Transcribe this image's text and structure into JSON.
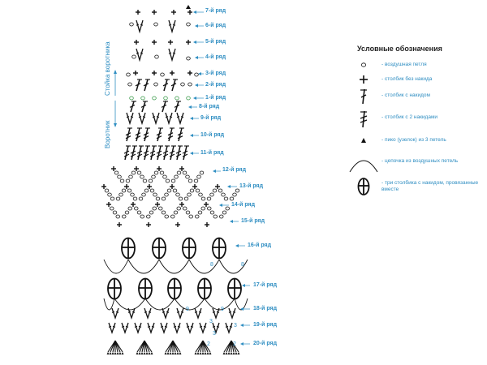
{
  "diagram": {
    "section_labels": {
      "collar_stand": "Стойка воротника",
      "collar": "Воротник"
    },
    "row_labels": [
      "7-й ряд",
      "6-й ряд",
      "5-й ряд",
      "4-й ряд",
      "3-й ряд",
      "2-й ряд",
      "1-й ряд",
      "8-й ряд",
      "9-й ряд",
      "10-й ряд",
      "11-й ряд",
      "12-й ряд",
      "13-й ряд",
      "14-й ряд",
      "15-й ряд",
      "16-й ряд",
      "17-й ряд",
      "18-й ряд",
      "19-й ряд",
      "20-й ряд"
    ],
    "annotations": [
      "8",
      "8",
      "9",
      "9",
      "3",
      "3",
      "3",
      "2",
      "2"
    ]
  },
  "legend": {
    "title": "Условные обозначения",
    "items": [
      {
        "icon": "chain-stitch-icon",
        "text": "- воздушная петля"
      },
      {
        "icon": "single-crochet-icon",
        "text": "- столбик без накида"
      },
      {
        "icon": "double-crochet-icon",
        "text": "- столбик с накидом"
      },
      {
        "icon": "treble-crochet-icon",
        "text": "- столбик с 2 накидами"
      },
      {
        "icon": "picot-icon",
        "text": "- пико (узелок) из 3 петель"
      },
      {
        "icon": "chain-arch-icon",
        "text": "- цепочка из воздушных петель"
      },
      {
        "icon": "three-dc-cluster-icon",
        "text": "- три столбика с накидом, провязанные вместе"
      }
    ]
  },
  "colors": {
    "label_blue": "#2f8ec2",
    "symbol_black": "#111111",
    "accent_green": "#3a9a4a"
  }
}
